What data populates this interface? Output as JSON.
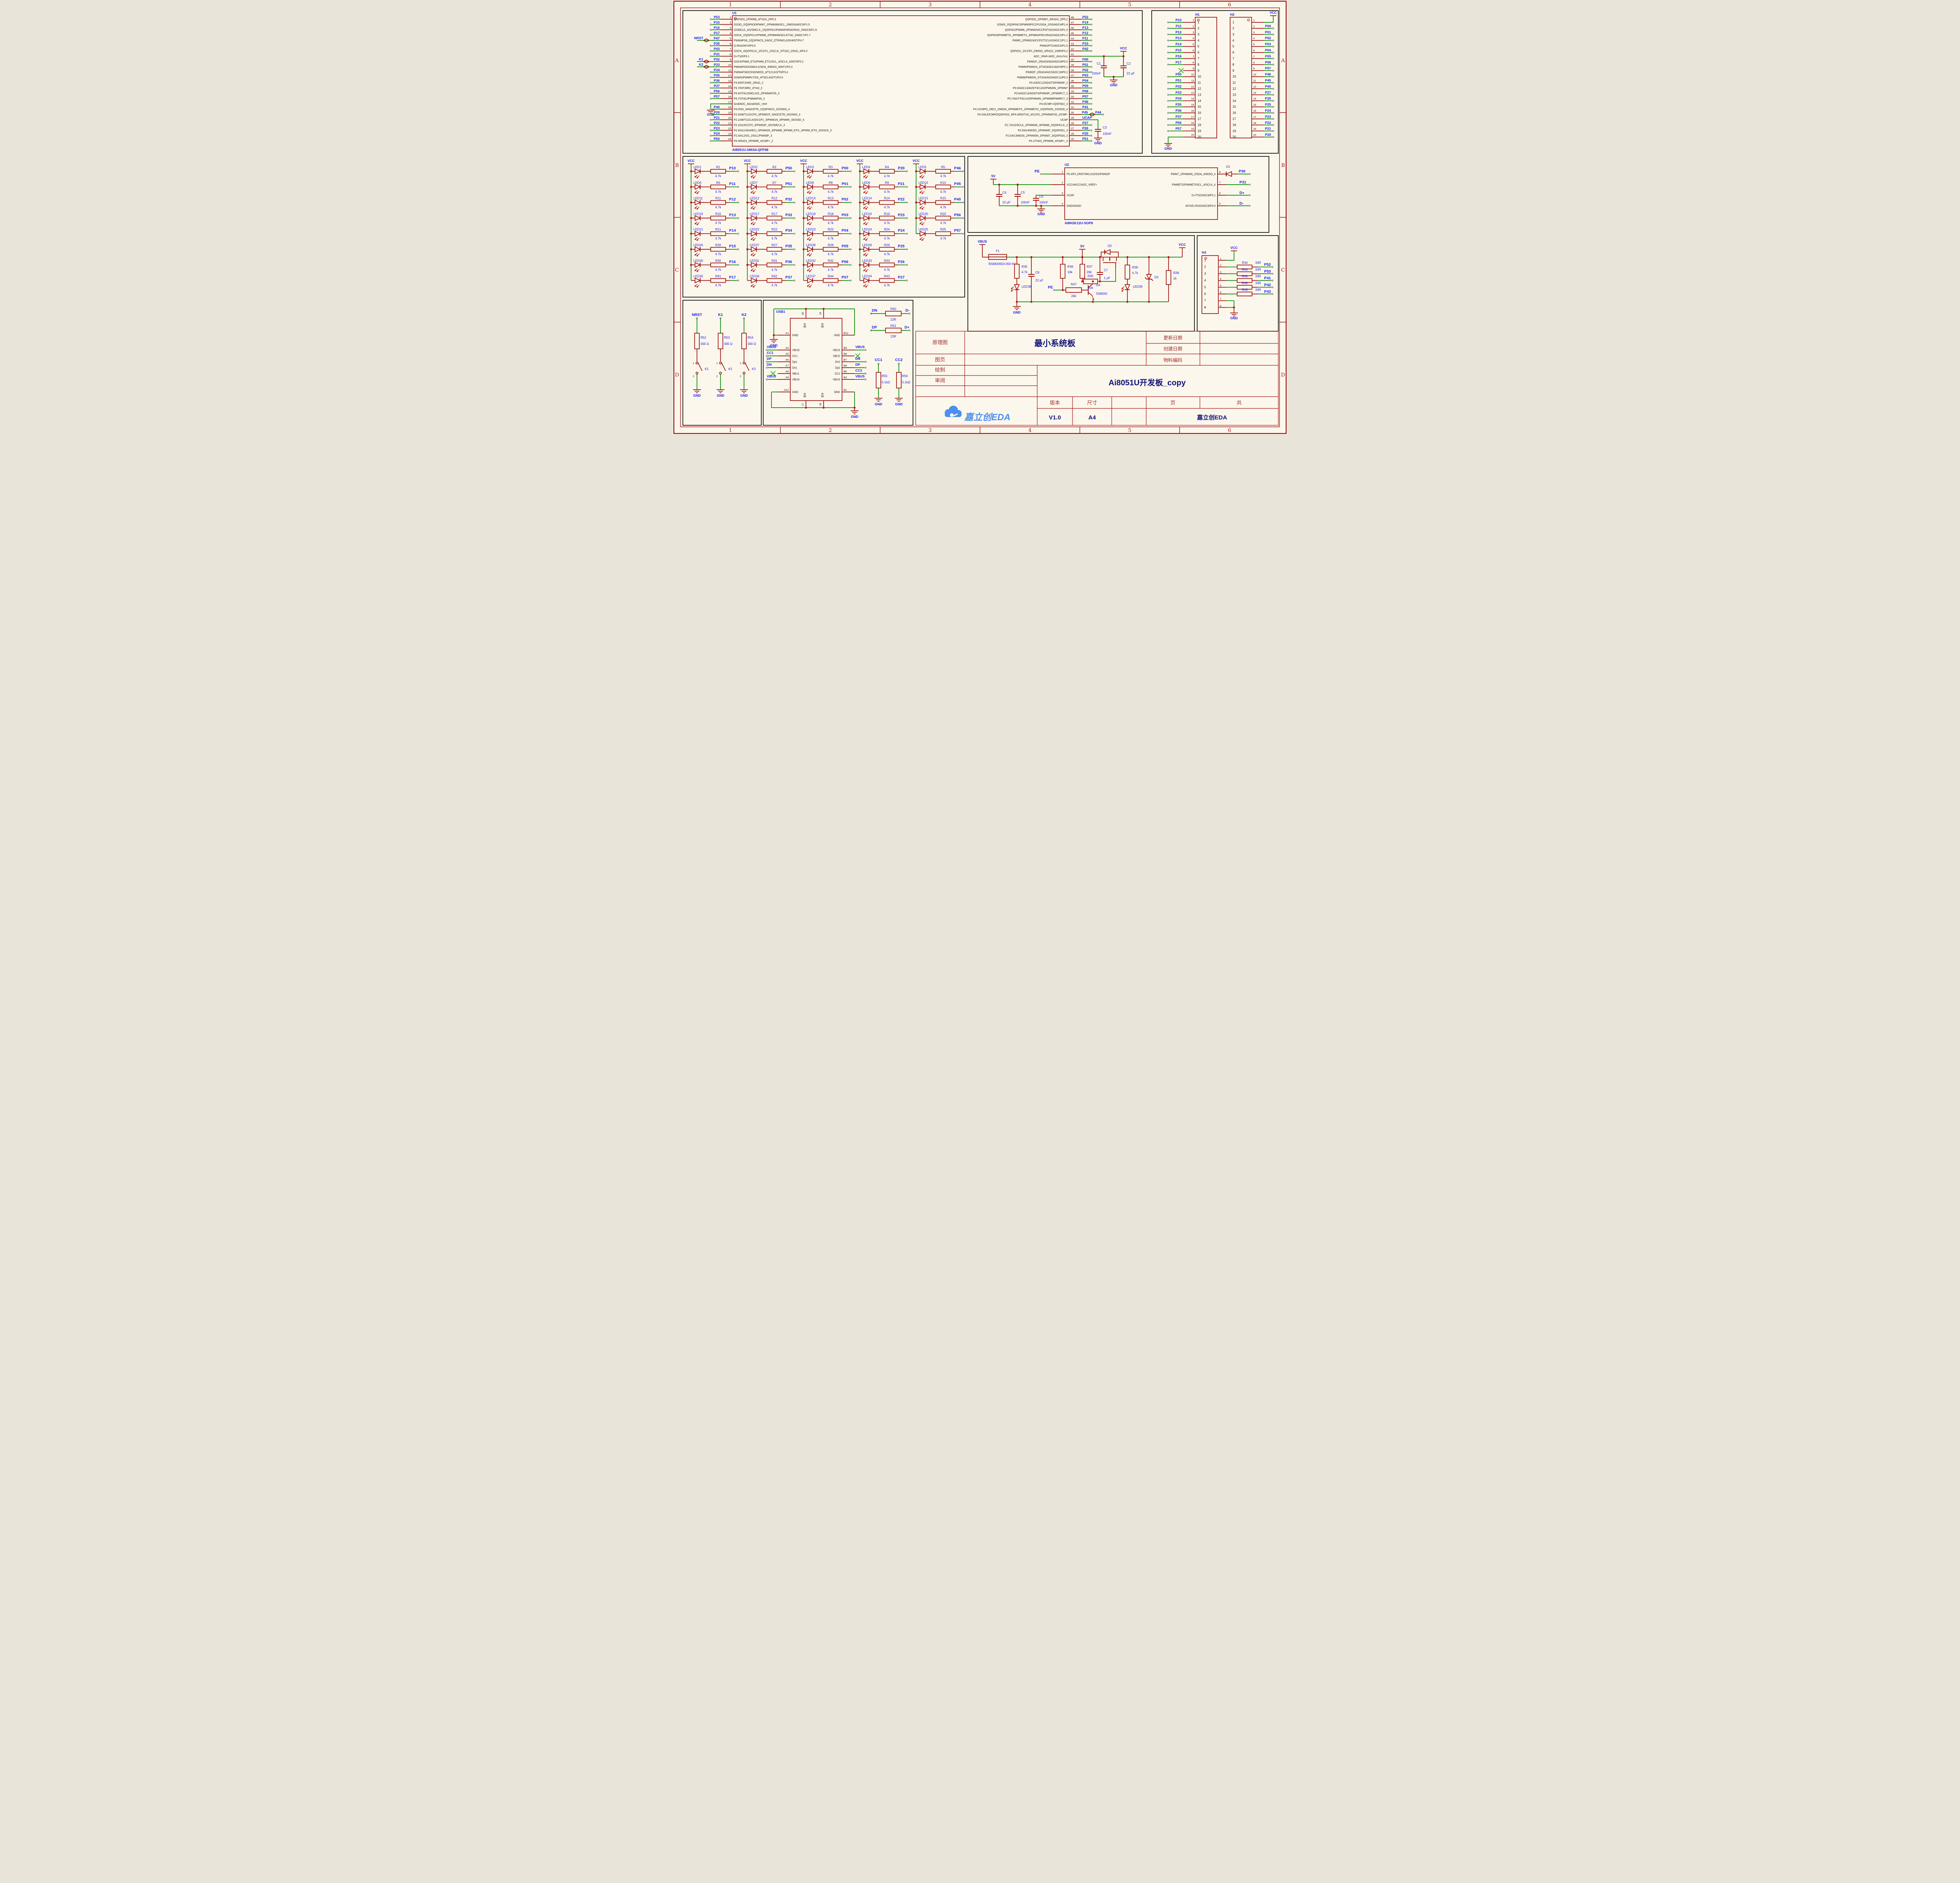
{
  "sheet": {
    "frame_cols": [
      "1",
      "2",
      "3",
      "4",
      "5",
      "6"
    ],
    "frame_rows": [
      "A",
      "B",
      "C",
      "D"
    ],
    "colors": {
      "bg": "#FCF7EC",
      "component": "#9B0D0D",
      "wire": "#008A00",
      "net_label": "#1616EE",
      "frame": "#9E1212",
      "panel": "#141414",
      "junction": "#CC1111",
      "pad": "#A8A8A8",
      "no_connect": "#3DBE3D",
      "title_red": "#A03030",
      "title_navy": "#12127A",
      "logo_blue": "#4D8FF0"
    }
  },
  "u1": {
    "ref": "U1",
    "part": "AI8051U-34K64-QFP48",
    "left_pins": [
      {
        "n": 1,
        "net": "P53",
        "name": "QSPIIO3_2/PWM8_4/TxD4_2/P5.3"
      },
      {
        "n": 2,
        "net": "P15",
        "name": "I2SSD_2/QSPIIO0/PWM7_2/PWM3N/SCL_2/MOSI/ADC5/P1.5"
      },
      {
        "n": 3,
        "net": "P16",
        "name": "I2SMCLK_4/I2SMCLK_2/QSPIIO1/PWM4P/MISO/RxD_3/ADC6/P1.6"
      },
      {
        "n": 4,
        "net": "P17",
        "name": "I2SCK_2/QSPICLK/PWM8_2/PWM4N/SCLK/TxD_3/ADC7/P1.7"
      },
      {
        "n": 5,
        "net": "P47",
        "name": "PWMAPS6_2/QSPINCS_3/ADC_ETR/MCLKO/nRST/P4.7",
        "flag": "NRST"
      },
      {
        "n": 6,
        "net": "P30",
        "name": "D-/RxD/INT4/P3.0"
      },
      {
        "n": 7,
        "net": "P43",
        "name": "I2SCK_4/QSPICLK_2/CCP1_2/SCLK_3/TxD2_2/RxD_4/P4.3"
      },
      {
        "n": 8,
        "net": "P31",
        "name": "D+/TxD/P3.1"
      },
      {
        "n": 9,
        "net": "P32",
        "name": "I2SCK/PWM_ETI2/PWM_ETI1/SCL_4/SCLK_4/INT0/P3.2",
        "flag": "K1"
      },
      {
        "n": 10,
        "net": "P33",
        "name": "PWMAPS5/I2SMCLK/SDA_4/MISO_4/INT1/P3.3",
        "flag": "K2"
      },
      {
        "n": 11,
        "net": "P34",
        "name": "PWMAPS6/I2SSD/MOSI_4/T1CLKO/T0/P3.4"
      },
      {
        "n": 12,
        "net": "P35",
        "name": "I2SWS/PWMFLT/SS_4/T0CLKO/T1/P3.5"
      },
      {
        "n": 13,
        "net": "P36",
        "name": "P3.6/INT2/WR_2/RxD_2"
      },
      {
        "n": 14,
        "net": "P37",
        "name": "P3.7/INT3/RD_2/TxD_2"
      },
      {
        "n": 15,
        "net": "P56",
        "name": "P5.6/XTALO/MCLKO_2/PWMAPS5_3"
      },
      {
        "n": 16,
        "net": "P57",
        "name": "P5.7/XTALI/PWMAPS6_3"
      },
      {
        "n": 17,
        "gnd": true,
        "name": "Gnd/ADC_AGnd/ADC_Vref-"
      },
      {
        "n": 18,
        "net": "P40",
        "name": "P4.0/SS_3/ADCETR_2/QSPINCS_2/I2SWS_4"
      },
      {
        "n": 19,
        "net": "P20",
        "name": "P2.0/A8/T11/CCP0_3/PWM1P_3/ADCETR_3/I2SWS_3"
      },
      {
        "n": 20,
        "net": "P21",
        "name": "P2.1/A9/T11CLKO/CCP1_3/PWM1N_3/PWM5_3/I2SSD_3"
      },
      {
        "n": 21,
        "net": "P22",
        "name": "P2.2/A10/CCP2_3/PWM2P_3/I2SMCLK_3"
      },
      {
        "n": 22,
        "net": "P23",
        "name": "P2.3/A11/SDA/ECI_3/PWM2N_3/PWM6_3/PWM_ETI1_3/PWM_ETI2_3/I2SCK_3"
      },
      {
        "n": 23,
        "net": "P24",
        "name": "P2.4/A12/SS_2/SCL/PWM3P_3"
      },
      {
        "n": 24,
        "net": "P50",
        "name": "P5.0/RxD3_2/PWM5_4/CMP+_2"
      }
    ],
    "right_pins": [
      {
        "n": 48,
        "net": "P52",
        "name": "QSPIIO2_2/PWM7_4/RxD4_2/P5.2"
      },
      {
        "n": 47,
        "net": "P14",
        "name": "I2SWS_2/QSPINCS/PWM3P/CCP1/SDA_2/SS/ADC4/P1.4"
      },
      {
        "n": 46,
        "net": "P13",
        "name": "QSPIIO2/PWM6_2/PWM2N/CCP0/TxD2/ADC3/P1.3"
      },
      {
        "n": 45,
        "net": "P12",
        "name": "QSPIIO3/PWMETI2_4/PWMETI1_4/PWM2P/ECI/RxD2/ADC2/P1.2"
      },
      {
        "n": 44,
        "net": "P11",
        "name": "PWM5_2/PWM1N/CCP2/T2CLKO/ADC1/P1.1"
      },
      {
        "n": 43,
        "net": "P10",
        "name": "PWM1P/T2/ADC0/P1.0"
      },
      {
        "n": 42,
        "net": "P42",
        "name": "QSPIIO1_2/CCP0_2/MISO_3/RxD2_2/WR/P4.2"
      },
      {
        "n": 41,
        "vcc": true,
        "name": "ADC_VRef+/ADC_AVcc/Vcc"
      },
      {
        "n": 40,
        "net": "P00",
        "name": "PWM1P_2/RxD3/AD0/ADC8/P0.0"
      },
      {
        "n": 39,
        "net": "P01",
        "name": "PWM5/PWM1N_2/TxD3/AD1/ADC9/P0.1"
      },
      {
        "n": 38,
        "net": "P02",
        "name": "PWM2P_2/RxD4/AD2/ADC10/P0.2"
      },
      {
        "n": 37,
        "net": "P03",
        "name": "PWM6/PWM2N_2/TxD4/AD3/ADC11/P0.3"
      },
      {
        "n": 36,
        "net": "P04",
        "name": "P0.4/ADC12/AD4/T3/PWM3P_2"
      },
      {
        "n": 35,
        "net": "P05",
        "name": "P0.5/ADC13/AD5/T3CLKO/PWM3N_2/PWM7"
      },
      {
        "n": 34,
        "net": "P06",
        "name": "P0.6/ADC14/AD6/T4/PWM4P_2/PWMFLT_2"
      },
      {
        "n": 33,
        "net": "P07",
        "name": "P0.7/AD7/T4CLKO/PWM4N_2/PWM8/PWMFLT_3"
      },
      {
        "n": 32,
        "net": "P46",
        "name": "P4.6/CMP+/QSPIIO2_3"
      },
      {
        "n": 31,
        "net": "P41",
        "name": "P4.1/CMPO_2/ECI_2/MOSI_3/PWMETI1_2/PWMETI2_2/QSPIIO0_2/I2SSD_4"
      },
      {
        "n": 30,
        "net": "P45",
        "name": "P4.5/ALE/CMPO/QSPIIO3_3/P4.4/RD/TxD_4/CCP2_2/PWMAPS5_2/CMP-",
        "p44": "P44"
      },
      {
        "n": 29,
        "net": "UCAP",
        "name": "UCAP",
        "ucap": true
      },
      {
        "n": 28,
        "net": "P27",
        "name": "P2.7/A15/SCLK_2/PWM4N_3/PWM8_3/QSPICLK_3"
      },
      {
        "n": 27,
        "net": "P26",
        "name": "P2.6/A14/MISO_2/PWM4P_3/QSPIIO1_3"
      },
      {
        "n": 26,
        "net": "P25",
        "name": "P2.5/A13/MOSI_2/PWM3N_3/PWM7_3/QSPIIO0_3"
      },
      {
        "n": 25,
        "net": "P51",
        "name": "P5.1/TxD3_2/PWM6_4/CMP+_3"
      }
    ],
    "vcc_net": "VCC",
    "gnd_net": "GND",
    "c1": {
      "ref": "C1",
      "val": "100nF"
    },
    "c2": {
      "ref": "C2",
      "val": "22 μF"
    },
    "c3": {
      "ref": "C3",
      "val": "100nF"
    }
  },
  "h1": {
    "ref": "H1",
    "gnd": "GND",
    "pins": [
      {
        "n": 1,
        "net": "P10"
      },
      {
        "n": 2,
        "net": "P11"
      },
      {
        "n": 3,
        "net": "P12"
      },
      {
        "n": 4,
        "net": "P13"
      },
      {
        "n": 5,
        "net": "P14"
      },
      {
        "n": 6,
        "net": "P15"
      },
      {
        "n": 7,
        "net": "P16"
      },
      {
        "n": 8,
        "net": "P17"
      },
      {
        "n": 9,
        "nc": true
      },
      {
        "n": 10,
        "net": "P50"
      },
      {
        "n": 11,
        "net": "P51"
      },
      {
        "n": 12,
        "net": "P32"
      },
      {
        "n": 13,
        "net": "P33"
      },
      {
        "n": 14,
        "net": "P34"
      },
      {
        "n": 15,
        "net": "P35"
      },
      {
        "n": 16,
        "net": "P36"
      },
      {
        "n": 17,
        "net": "P37"
      },
      {
        "n": 18,
        "net": "P56"
      },
      {
        "n": 19,
        "net": "P57"
      },
      {
        "n": 20,
        "gnd": true
      }
    ]
  },
  "h2": {
    "ref": "H2",
    "vcc": "VCC",
    "pins": [
      {
        "n": 1,
        "vcc": true
      },
      {
        "n": 2,
        "net": "P00"
      },
      {
        "n": 3,
        "net": "P01"
      },
      {
        "n": 4,
        "net": "P02"
      },
      {
        "n": 5,
        "net": "P03"
      },
      {
        "n": 6,
        "net": "P04"
      },
      {
        "n": 7,
        "net": "P05"
      },
      {
        "n": 8,
        "net": "P06"
      },
      {
        "n": 9,
        "net": "P07"
      },
      {
        "n": 10,
        "net": "P46"
      },
      {
        "n": 11,
        "net": "P45"
      },
      {
        "n": 12,
        "net": "P40"
      },
      {
        "n": 13,
        "net": "P27"
      },
      {
        "n": 14,
        "net": "P26"
      },
      {
        "n": 15,
        "net": "P25"
      },
      {
        "n": 16,
        "net": "P24"
      },
      {
        "n": 17,
        "net": "P23"
      },
      {
        "n": 18,
        "net": "P22"
      },
      {
        "n": 19,
        "net": "P21"
      },
      {
        "n": 20,
        "net": "P20"
      }
    ]
  },
  "led_matrix": {
    "vcc": "VCC",
    "value": "4.7k",
    "columns": [
      [
        {
          "led": "LED1",
          "r": "R1",
          "net": "P10"
        },
        {
          "led": "LED6",
          "r": "R6",
          "net": "P11"
        },
        {
          "led": "LED11",
          "r": "R11",
          "net": "P12"
        },
        {
          "led": "LED16",
          "r": "R16",
          "net": "P13"
        },
        {
          "led": "LED21",
          "r": "R21",
          "net": "P14"
        },
        {
          "led": "LED26",
          "r": "R26",
          "net": "P15"
        },
        {
          "led": "LED30",
          "r": "R30",
          "net": "P16"
        },
        {
          "led": "LED35",
          "r": "R41",
          "net": "P17"
        }
      ],
      [
        {
          "led": "LED2",
          "r": "R2",
          "net": "P50"
        },
        {
          "led": "LED7",
          "r": "R7",
          "net": "P51"
        },
        {
          "led": "LED12",
          "r": "R12",
          "net": "P32"
        },
        {
          "led": "LED17",
          "r": "R17",
          "net": "P33"
        },
        {
          "led": "LED22",
          "r": "R22",
          "net": "P34"
        },
        {
          "led": "LED27",
          "r": "R27",
          "net": "P35"
        },
        {
          "led": "LED31",
          "r": "R31",
          "net": "P36"
        },
        {
          "led": "LED36",
          "r": "R42",
          "net": "P37"
        }
      ],
      [
        {
          "led": "LED3",
          "r": "R3",
          "net": "P00"
        },
        {
          "led": "LED8",
          "r": "R8",
          "net": "P01"
        },
        {
          "led": "LED13",
          "r": "R13",
          "net": "P02"
        },
        {
          "led": "LED18",
          "r": "R18",
          "net": "P03"
        },
        {
          "led": "LED23",
          "r": "R23",
          "net": "P04"
        },
        {
          "led": "LED28",
          "r": "R28",
          "net": "P05"
        },
        {
          "led": "LED32",
          "r": "R32",
          "net": "P06"
        },
        {
          "led": "LED37",
          "r": "R44",
          "net": "P07"
        }
      ],
      [
        {
          "led": "LED4",
          "r": "R4",
          "net": "P20"
        },
        {
          "led": "LED9",
          "r": "R9",
          "net": "P21"
        },
        {
          "led": "LED14",
          "r": "R14",
          "net": "P22"
        },
        {
          "led": "LED19",
          "r": "R19",
          "net": "P23"
        },
        {
          "led": "LED24",
          "r": "R24",
          "net": "P24"
        },
        {
          "led": "LED29",
          "r": "R29",
          "net": "P25"
        },
        {
          "led": "LED33",
          "r": "R33",
          "net": "P26"
        },
        {
          "led": "LED34",
          "r": "R43",
          "net": "P27"
        }
      ],
      [
        {
          "led": "LED5",
          "r": "R5",
          "net": "P46"
        },
        {
          "led": "LED10",
          "r": "R10",
          "net": "P45"
        },
        {
          "led": "LED15",
          "r": "R15",
          "net": "P40"
        },
        {
          "led": "LED20",
          "r": "R20",
          "net": "P56"
        },
        {
          "led": "LED25",
          "r": "R25",
          "net": "P57"
        }
      ]
    ]
  },
  "u2": {
    "ref": "U2",
    "part": "AI8H2K12U-SOP8",
    "left": [
      {
        "n": 1,
        "name": "P5.4/P1.2/RST/MCLKO/SS/PWM2P",
        "net": "PE"
      },
      {
        "n": 2,
        "name": "VCC/AVCC/ADC_VREF+",
        "net": "5V"
      },
      {
        "n": 3,
        "name": "UCAP"
      },
      {
        "n": 4,
        "name": "GND/AGND",
        "net": "GND"
      }
    ],
    "right": [
      {
        "n": 8,
        "name": "PWM7_2/PWM4N_2/SDA_4/MISO_4",
        "net": "P30",
        "diode": "D1"
      },
      {
        "n": 7,
        "name": "PWMETI2/PWMETI/SCL_4/SCLK_4",
        "net": "P31"
      },
      {
        "n": 6,
        "name": "D+/TXD/ADC9/P3.1",
        "net": "D+"
      },
      {
        "n": 5,
        "name": "INT4/D-/RXD/ADC8/P3.0",
        "net": "D-"
      }
    ],
    "caps": [
      {
        "ref": "C4",
        "val": "22 μF"
      },
      {
        "ref": "C5",
        "val": "100nF"
      },
      {
        "ref": "C6",
        "val": "100nF"
      }
    ],
    "v5": "5V",
    "pe": "PE",
    "gnd": "GND"
  },
  "power": {
    "vbus": "VBUS",
    "fuse": {
      "ref": "F1",
      "part": "BSMD0603-050-6V"
    },
    "r35": {
      "ref": "R35",
      "val": "4.7k"
    },
    "led38": "LED38",
    "c8": {
      "ref": "C8",
      "val": "22 μF"
    },
    "r36": {
      "ref": "R36",
      "val": "10k"
    },
    "pe": "PE",
    "r47": {
      "ref": "R47",
      "val": "20k"
    },
    "r37": {
      "ref": "R37",
      "val": "20k"
    },
    "r45": {
      "ref": "R45",
      "val": "20k"
    },
    "d4": {
      "ref": "D4",
      "part": "SS8050"
    },
    "d2": "D2",
    "c7": {
      "ref": "C7",
      "val": "1 μF"
    },
    "v5": "5V",
    "r38": {
      "ref": "R38",
      "val": "4.7k"
    },
    "led39": "LED39",
    "d3": "D3",
    "r39": {
      "ref": "R39",
      "val": "1k"
    },
    "vcc": "VCC",
    "gnd": "GND"
  },
  "h3": {
    "ref": "H3",
    "vcc": "VCC",
    "gnd": "GND",
    "rows": [
      {
        "r": "R34",
        "val": "33R",
        "net": "P52"
      },
      {
        "r": "R40",
        "val": "33R",
        "net": "P53"
      },
      {
        "r": "R46",
        "val": "33R",
        "net": "P41"
      },
      {
        "r": "R48",
        "val": "33R",
        "net": "P42"
      },
      {
        "r": "R49",
        "val": "33R",
        "net": "P43"
      }
    ]
  },
  "switches": {
    "gnd": "GND",
    "items": [
      {
        "net": "NRST",
        "res": "R52",
        "val": "300 Ω",
        "sw": "K1",
        "pins": [
          "1",
          "2"
        ]
      },
      {
        "net": "K1",
        "res": "R53",
        "val": "300 Ω",
        "sw": "K2",
        "pins": [
          "1",
          "2"
        ]
      },
      {
        "net": "K2",
        "res": "R54",
        "val": "300 Ω",
        "sw": "K3",
        "pins": [
          "1",
          "2"
        ]
      }
    ]
  },
  "usb": {
    "ref": "USB1",
    "gnd": "GND",
    "left": [
      {
        "id": "A1",
        "name": "GND"
      },
      {
        "id": "A4",
        "name": "VBUS",
        "net": "VBUS"
      },
      {
        "id": "A5",
        "name": "CC1",
        "net": "CC1"
      },
      {
        "id": "A6",
        "name": "Dp1",
        "net": "DP"
      },
      {
        "id": "A7",
        "name": "Dn1",
        "net": "DN"
      },
      {
        "id": "A8",
        "name": "SBU1",
        "nc": true
      },
      {
        "id": "A9",
        "name": "VBUS",
        "net": "VBUS"
      }
    ],
    "right": [
      {
        "id": "B12",
        "name": "GND"
      },
      {
        "id": "B9",
        "name": "VBUS",
        "net": "VBUS"
      },
      {
        "id": "B8",
        "name": "SBU2",
        "nc": true
      },
      {
        "id": "B7",
        "name": "Dn2",
        "net": "DN"
      },
      {
        "id": "B6",
        "name": "Dp2",
        "net": "DP"
      },
      {
        "id": "B5",
        "name": "CC2",
        "net": "CC2"
      },
      {
        "id": "B4",
        "name": "VBUS",
        "net": "VBUS"
      }
    ],
    "bottom": [
      {
        "id": "A12",
        "name": "GND"
      },
      {
        "id": "B1",
        "name": "GND"
      }
    ],
    "eh_top": [
      "20",
      "19"
    ],
    "eh_bottom": [
      "17",
      "18"
    ],
    "eh_label": "EH",
    "series": [
      {
        "from": "DN",
        "r": "R50",
        "val": "22R",
        "to": "D-"
      },
      {
        "from": "DP",
        "r": "R51",
        "val": "22R",
        "to": "D+"
      }
    ],
    "pulldowns": [
      {
        "net": "CC1",
        "r": "R55",
        "val": "5.1kΩ"
      },
      {
        "net": "CC2",
        "r": "R56",
        "val": "5.1kΩ"
      }
    ]
  },
  "title_block": {
    "schematic_label": "原理图",
    "title": "最小系统板",
    "sheet_label": "图页",
    "drawn_label": "绘制",
    "review_label": "审阅",
    "update_label": "更新日期",
    "create_label": "创建日期",
    "material_label": "物料编码",
    "project": "Ai8051U开发板_copy",
    "version_label": "版本",
    "version": "V1.0",
    "size_label": "尺寸",
    "size": "A4",
    "page_label": "页",
    "total_label": "共",
    "company": "嘉立创EDA",
    "logo_text": "嘉立创EDA"
  }
}
